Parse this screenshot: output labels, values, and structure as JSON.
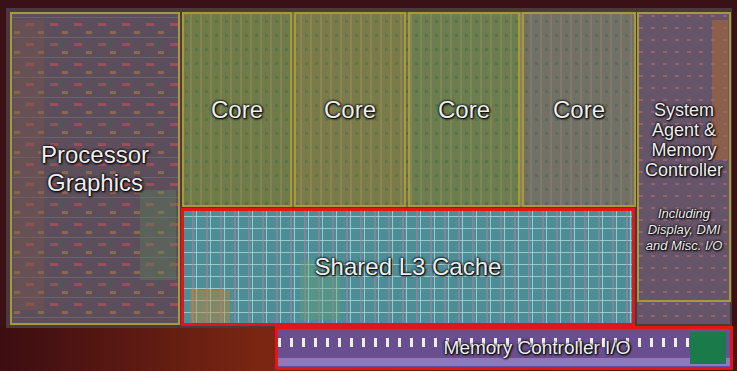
{
  "diagram": {
    "nodes": [
      {
        "text": [
          "Processor Graphics"
        ]
      },
      {
        "text": [
          "Core"
        ]
      },
      {
        "text": [
          "Core"
        ]
      },
      {
        "text": [
          "Core"
        ]
      },
      {
        "text": [
          "Core"
        ]
      },
      {
        "text": [
          "System Agent & Memory Controller",
          "Including Display, DMI and Misc. I/O"
        ]
      },
      {
        "text": [
          "Shared L3 Cache"
        ]
      },
      {
        "text": [
          "Memory Controller I/O"
        ]
      }
    ]
  }
}
